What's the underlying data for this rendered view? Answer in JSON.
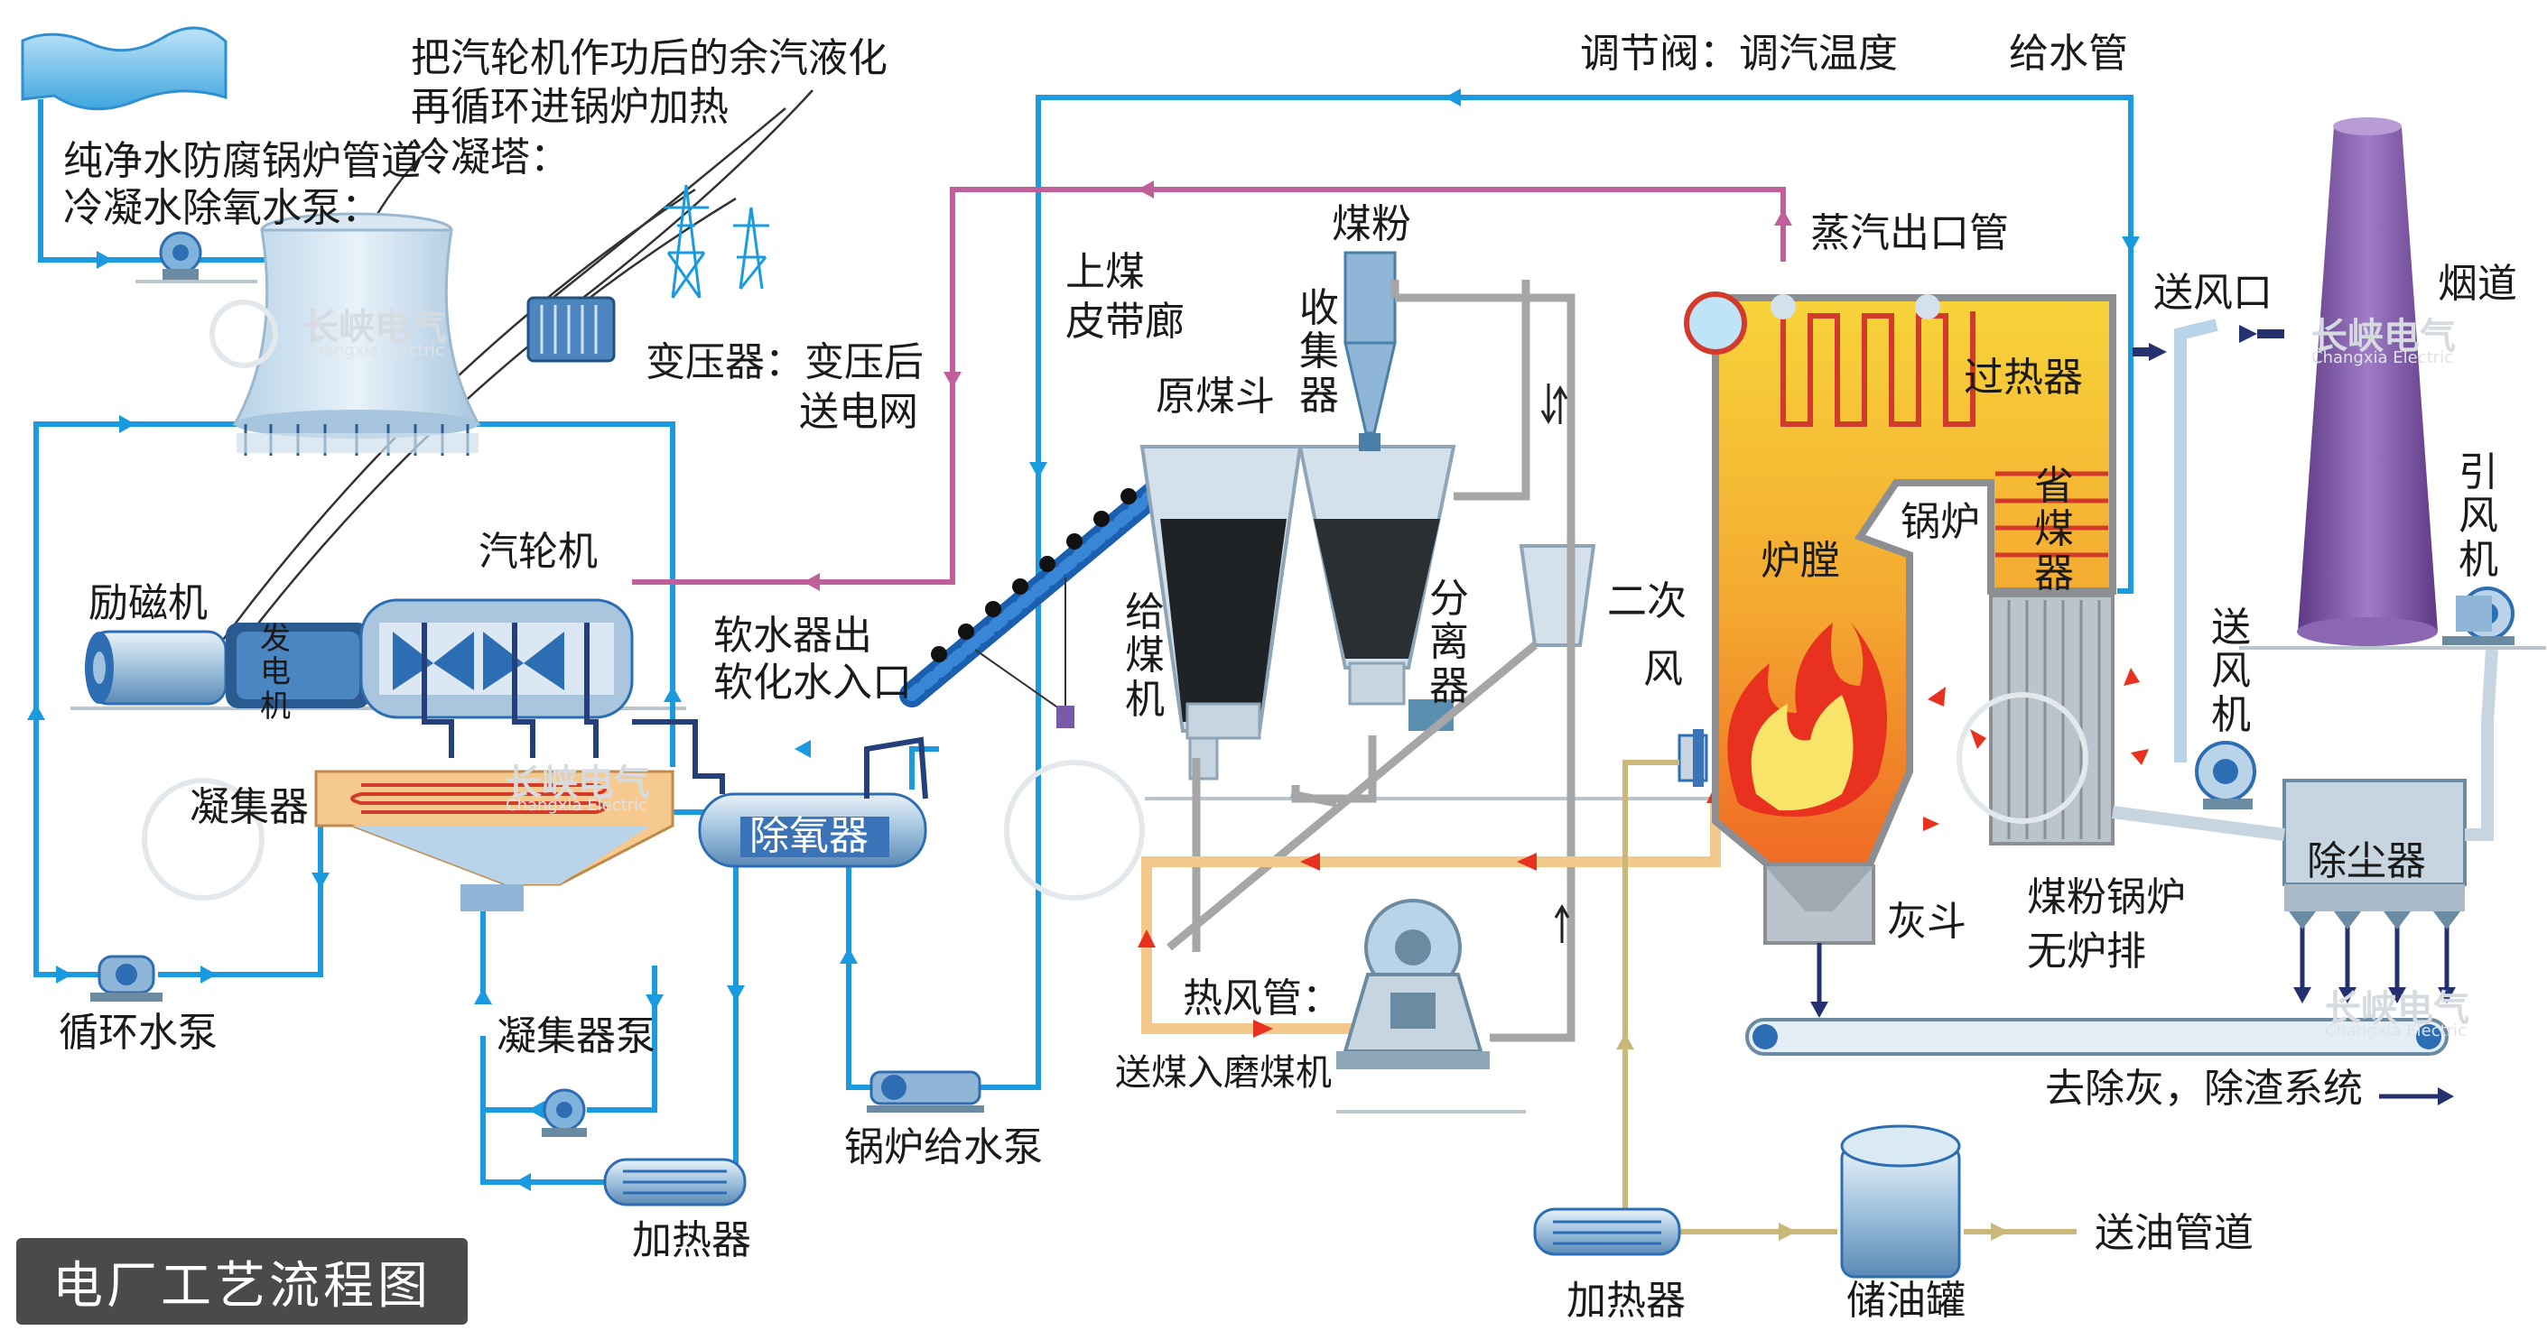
{
  "title": "电厂工艺流程图",
  "watermark": {
    "cn": "长峡电气",
    "en": "Changxia Electric"
  },
  "colors": {
    "water_line": "#1a9be0",
    "steam_line": "#c0609a",
    "air_line": "#9e9e9e",
    "hot_air_line": "#f3c98b",
    "oil_line": "#c9b878",
    "chimney": "#7a4e9e",
    "boiler_yellow": "#f6d23a",
    "boiler_orange": "#f28a2a",
    "equipment_blue": "#2d6db4"
  },
  "labels": {
    "cooling_desc_1": "把汽轮机作功后的余汽液化",
    "cooling_desc_2": "再循环进锅炉加热",
    "cooling_tower": "冷凝塔：",
    "pure_water_1": "纯净水防腐锅炉管道",
    "pure_water_2": "冷凝水除氧水泵：",
    "transformer_1": "变压器：变压后",
    "transformer_2": "送电网",
    "turbine": "汽轮机",
    "exciter": "励磁机",
    "generator": "发电机",
    "condenser": "凝集器",
    "circulating_pump": "循环水泵",
    "condensate_pump": "凝集器泵",
    "heater_left": "加热器",
    "soft_water_1": "软水器出",
    "soft_water_2": "软化水入口",
    "deaerator": "除氧器",
    "feed_pump": "锅炉给水泵",
    "belt_1": "上煤",
    "belt_2": "皮带廊",
    "raw_coal_hopper": "原煤斗",
    "coal_feeder": "给煤机",
    "pulverized_coal": "煤粉",
    "collector": "收集器",
    "separator": "分离器",
    "secondary_air_1": "二次",
    "secondary_air_2": "风",
    "hot_air_pipe": "热风管：",
    "to_mill": "送煤入磨煤机",
    "regulating_valve": "调节阀：调汽温度",
    "feed_pipe": "给水管",
    "steam_outlet": "蒸汽出口管",
    "superheater": "过热器",
    "economizer": "省煤器",
    "boiler": "锅炉",
    "furnace": "炉膛",
    "ash_hopper": "灰斗",
    "pc_boiler_1": "煤粉锅炉",
    "pc_boiler_2": "无炉排",
    "air_inlet": "送风口",
    "chimney": "烟道",
    "id_fan": "引风机",
    "fd_fan": "送风机",
    "dust_collector": "除尘器",
    "ash_removal": "去除灰，除渣系统",
    "heater_bottom": "加热器",
    "oil_tank": "储油罐",
    "oil_pipe": "送油管道"
  }
}
